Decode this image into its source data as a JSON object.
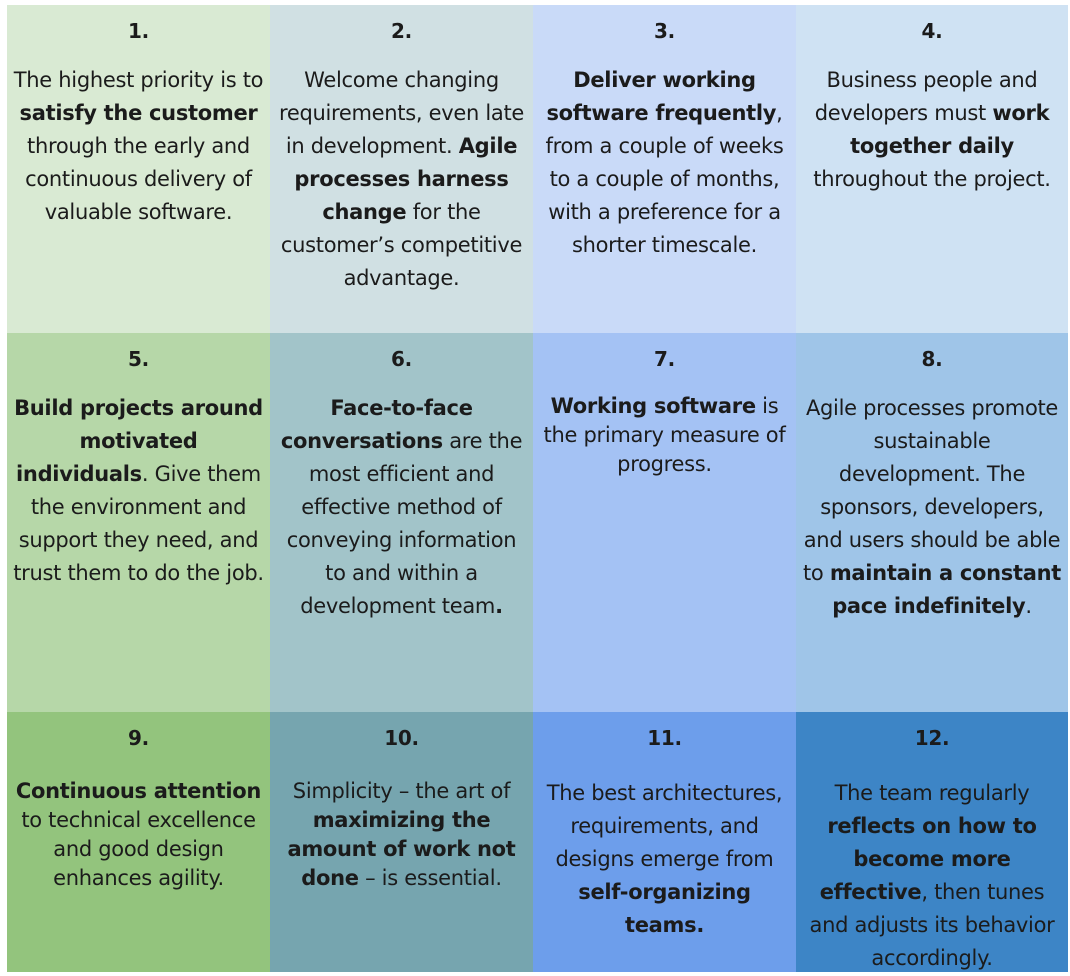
{
  "colors": [
    "#d9ead3",
    "#d0e0e3",
    "#c9daf8",
    "#cfe2f3",
    "#b6d7a8",
    "#a2c4c9",
    "#a4c2f4",
    "#9fc5e8",
    "#93c47d",
    "#76a5af",
    "#6d9eeb",
    "#3d85c6"
  ],
  "principles": [
    {
      "number": "1.",
      "segments": [
        {
          "text": "The highest priority is to "
        },
        {
          "text": "satisfy the customer",
          "bold": true
        },
        {
          "text": " through the early and continuous delivery of valuable software."
        }
      ]
    },
    {
      "number": "2.",
      "segments": [
        {
          "text": "Welcome changing requirements, even late in development. "
        },
        {
          "text": "Agile processes harness change",
          "bold": true
        },
        {
          "text": " for the customer’s competitive advantage."
        }
      ]
    },
    {
      "number": "3.",
      "segments": [
        {
          "text": "Deliver working software frequently",
          "bold": true
        },
        {
          "text": ", from a couple of weeks to a couple of months, with a preference for a shorter timescale."
        }
      ]
    },
    {
      "number": "4.",
      "segments": [
        {
          "text": "Business people and developers must "
        },
        {
          "text": "work together daily",
          "bold": true
        },
        {
          "text": " throughout the project."
        }
      ]
    },
    {
      "number": "5.",
      "segments": [
        {
          "text": "Build projects around motivated individuals",
          "bold": true
        },
        {
          "text": ". Give them the environment and support they need, and trust them to do the job."
        }
      ]
    },
    {
      "number": "6.",
      "segments": [
        {
          "text": "Face-to-face conversations",
          "bold": true
        },
        {
          "text": " are the most efficient and effective method of conveying information to and within a development team"
        },
        {
          "text": ".",
          "bold": true
        }
      ]
    },
    {
      "number": "7.",
      "segments": [
        {
          "text": "Working software",
          "bold": true
        },
        {
          "text": " is the primary measure of progress."
        }
      ]
    },
    {
      "number": "8.",
      "segments": [
        {
          "text": "Agile processes promote sustainable development. The sponsors, developers, and users should be able to "
        },
        {
          "text": "maintain a constant pace indefinitely",
          "bold": true
        },
        {
          "text": "."
        }
      ]
    },
    {
      "number": "9.",
      "segments": [
        {
          "text": "Continuous attention",
          "bold": true
        },
        {
          "text": " to technical excellence and good design enhances agility."
        }
      ]
    },
    {
      "number": "10.",
      "segments": [
        {
          "text": "Simplicity – the art of "
        },
        {
          "text": "maximizing the amount of work not done",
          "bold": true
        },
        {
          "text": " – is essential."
        }
      ]
    },
    {
      "number": "11.",
      "segments": [
        {
          "text": "The best architectures, requirements, and designs emerge from "
        },
        {
          "text": "self-organizing teams.",
          "bold": true
        }
      ]
    },
    {
      "number": "12.",
      "segments": [
        {
          "text": "The team regularly "
        },
        {
          "text": "reflects on how to become more effective",
          "bold": true
        },
        {
          "text": ", then tunes and adjusts its behavior accordingly."
        }
      ]
    }
  ]
}
